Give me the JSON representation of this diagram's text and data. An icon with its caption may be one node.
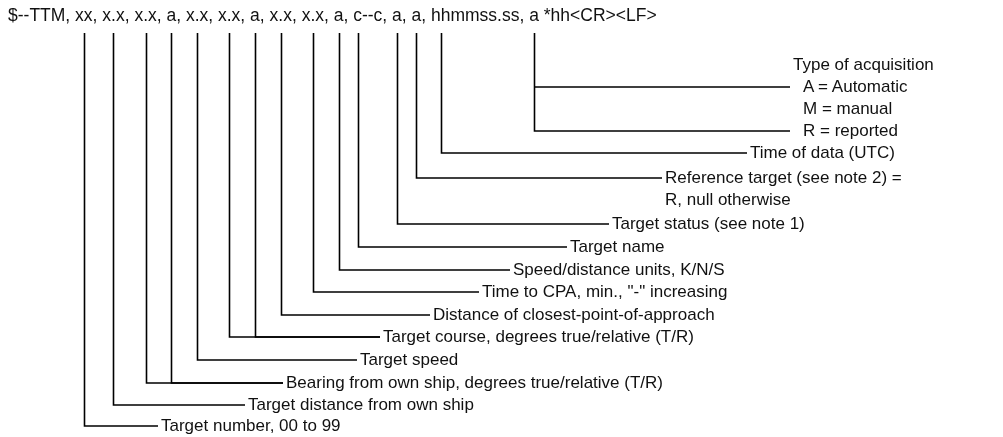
{
  "diagram": {
    "nodes": [
      {
        "text": [
          "Type of acquisition",
          "A = Automatic",
          "M = manual",
          "R = reported"
        ]
      },
      {
        "text": [
          "Time of data (UTC)"
        ]
      },
      {
        "text": [
          "Reference target (see note 2) = R, null otherwise"
        ]
      },
      {
        "text": [
          "Target status (see note 1)"
        ]
      },
      {
        "text": [
          "Target name"
        ]
      },
      {
        "text": [
          "Speed/distance units, K/N/S"
        ]
      },
      {
        "text": [
          "Time to CPA, min., \"-\" increasing"
        ]
      },
      {
        "text": [
          "Distance of closest-point-of-approach"
        ]
      },
      {
        "text": [
          "Target course, degrees true/relative (T/R)"
        ]
      },
      {
        "text": [
          "Target speed"
        ]
      },
      {
        "text": [
          "Bearing from own ship, degrees true/relative (T/R)"
        ]
      },
      {
        "text": [
          "Target distance from own ship"
        ]
      },
      {
        "text": [
          "Target number, 00 to 99"
        ]
      }
    ],
    "edges": [
      {
        "from": 0,
        "to": null,
        "arrow": "none"
      },
      {
        "from": 1,
        "to": null,
        "arrow": "none"
      },
      {
        "from": 2,
        "to": null,
        "arrow": "none"
      },
      {
        "from": 3,
        "to": null,
        "arrow": "none"
      },
      {
        "from": 4,
        "to": null,
        "arrow": "none"
      },
      {
        "from": 5,
        "to": null,
        "arrow": "none"
      },
      {
        "from": 6,
        "to": null,
        "arrow": "none"
      },
      {
        "from": 7,
        "to": null,
        "arrow": "none"
      },
      {
        "from": 8,
        "to": null,
        "arrow": "none"
      },
      {
        "from": 8,
        "to": null,
        "arrow": "none"
      },
      {
        "from": 9,
        "to": null,
        "arrow": "none"
      },
      {
        "from": 10,
        "to": null,
        "arrow": "none"
      },
      {
        "from": 10,
        "to": null,
        "arrow": "none"
      },
      {
        "from": 11,
        "to": null,
        "arrow": "none"
      },
      {
        "from": 12,
        "to": null,
        "arrow": "none"
      }
    ],
    "labels": [
      "$--TTM, xx, x.x, x.x, a, x.x, x.x, a, x.x, x.x, a, c--c, a, a, hhmmss.ss, a *hh<CR><LF>"
    ]
  }
}
